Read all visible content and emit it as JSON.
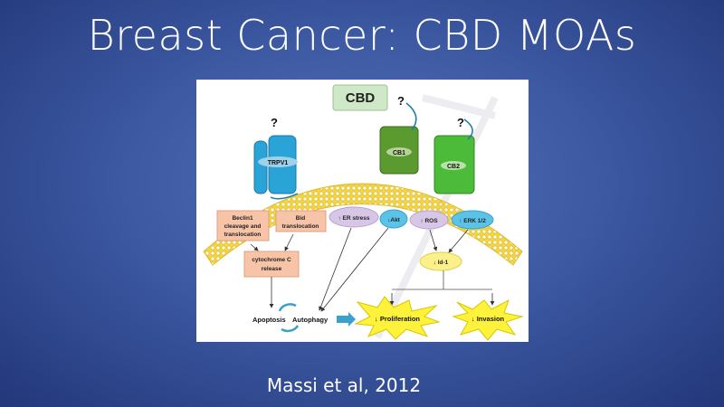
{
  "slide": {
    "title": "Breast Cancer: CBD MOAs",
    "citation": "Massi et al, 2012"
  },
  "diagram": {
    "ligand": "CBD",
    "unknown_mark": "?",
    "receptors": {
      "trpv1": "TRPV1",
      "cb1": "CB1",
      "cb2": "CB2"
    },
    "boxes": {
      "beclin": [
        "Beclin1",
        "cleavage and",
        "translocation"
      ],
      "bid": [
        "Bid",
        "translocation"
      ],
      "cytochrome": [
        "cytochrome C",
        "release"
      ]
    },
    "ovals": {
      "er_stress": "↑ ER stress",
      "akt": "↓Akt",
      "ros": "↑ ROS",
      "erk": "↑ ERK 1/2",
      "id1": "↓ Id-1"
    },
    "outcomes": {
      "apoptosis": "Apoptosis",
      "autophagy": "Autophagy",
      "proliferation": "↓ Proliferation",
      "invasion": "↓ Invasion"
    },
    "colors": {
      "membrane": "#f5d63a",
      "trpv1": "#2aa3d6",
      "cb1": "#5a9a2e",
      "cb2": "#4dbb3a",
      "box": "#f7c4a8",
      "purple": "#d7c6e6",
      "blue": "#5cc3e8",
      "yellow": "#fbf08a"
    }
  }
}
